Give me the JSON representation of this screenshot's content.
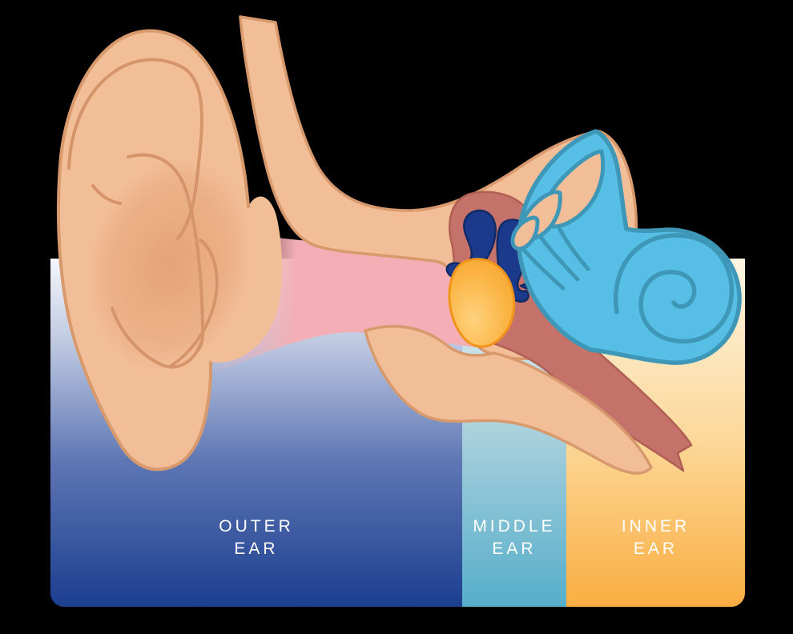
{
  "diagram": {
    "sections": [
      {
        "id": "outer",
        "line1": "OUTER",
        "line2": "EAR",
        "gradient_top": "#F3F5F9",
        "gradient_bottom": "#1C4090"
      },
      {
        "id": "middle",
        "line1": "MIDDLE",
        "line2": "EAR",
        "gradient_top": "#E9F4F6",
        "gradient_bottom": "#55AECA"
      },
      {
        "id": "inner",
        "line1": "INNER",
        "line2": "EAR",
        "gradient_top": "#FDF5E2",
        "gradient_bottom": "#FAAE41"
      }
    ],
    "label_color": "#FFFFFF",
    "colors": {
      "background": "#000000",
      "skin": "#F2BE97",
      "skin_outline": "#D8996C",
      "skin_shade": "#E19A6F",
      "ear_canal_pink": "#F3AFB5",
      "middle_ear_cavity_rose": "#C4726A",
      "cavity_outline": "#AF5F53",
      "ossicle_navy": "#1B3A8C",
      "ossicle_outline": "#102A66",
      "eardrum_orange": "#F9A42D",
      "eardrum_highlight": "#FFD27E",
      "eardrum_outline": "#F0941C",
      "inner_ear_blue": "#57BFE6",
      "inner_ear_teal": "#3E97B7"
    }
  }
}
